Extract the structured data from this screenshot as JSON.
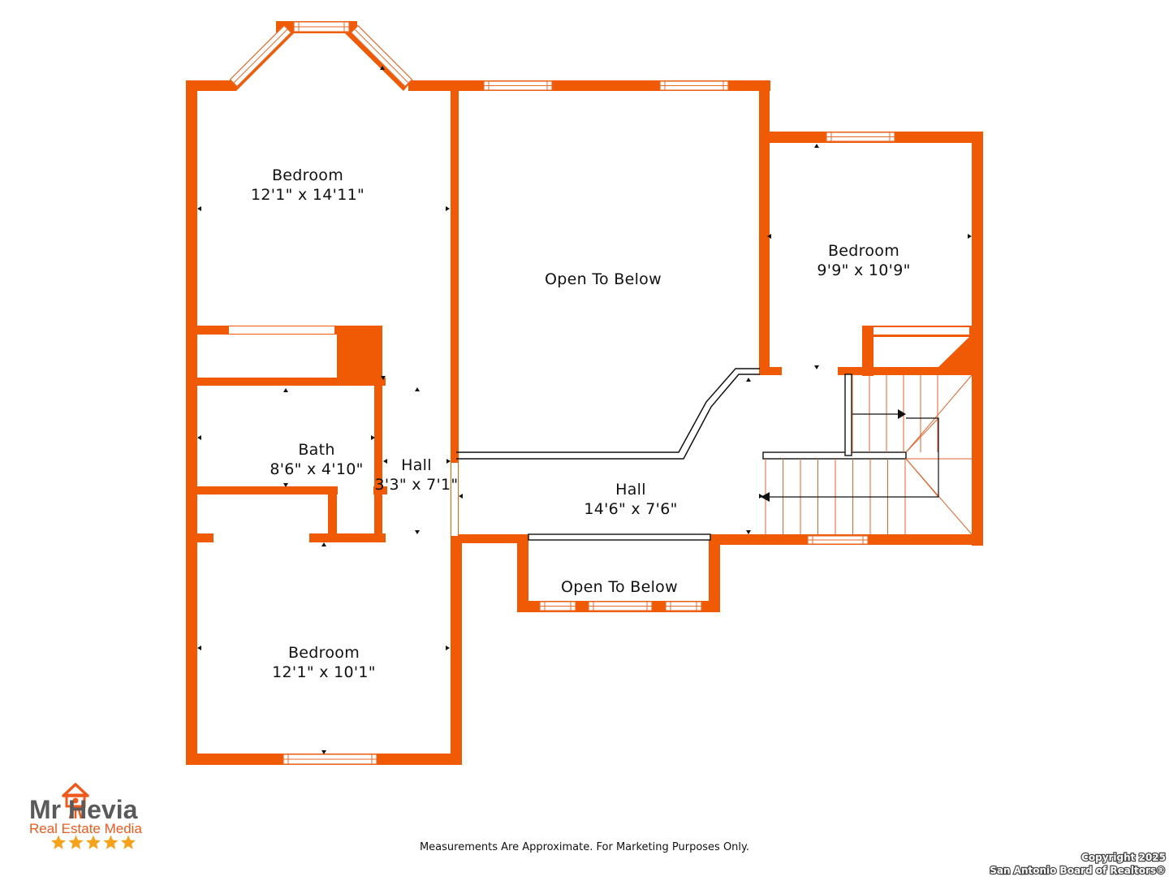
{
  "colors": {
    "wall": "#f05a05",
    "stair_line": "#e6622a",
    "logo_gray": "#5a5a5a",
    "logo_orange": "#ee5a1c",
    "star": "#f5a31a"
  },
  "rooms": [
    {
      "id": "bedroom-1",
      "name": "Bedroom",
      "size": "12'1\" x 14'11\""
    },
    {
      "id": "open-to-below-main",
      "name": "Open To Below",
      "size": ""
    },
    {
      "id": "bedroom-2",
      "name": "Bedroom",
      "size": "9'9\" x 10'9\""
    },
    {
      "id": "bath",
      "name": "Bath",
      "size": "8'6\" x 4'10\""
    },
    {
      "id": "hall-small",
      "name": "Hall",
      "size": "3'3\" x 7'1\""
    },
    {
      "id": "hall-large",
      "name": "Hall",
      "size": "14'6\" x 7'6\""
    },
    {
      "id": "open-to-below-small",
      "name": "Open To Below",
      "size": ""
    },
    {
      "id": "bedroom-3",
      "name": "Bedroom",
      "size": "12'1\" x 10'1\""
    }
  ],
  "footer": {
    "disclaimer": "Measurements Are Approximate. For Marketing Purposes Only."
  },
  "copyright": {
    "line1": "Copyright 2025",
    "line2": "San Antonio Board of Realtors®"
  },
  "logo": {
    "brand": "Mr Hevia",
    "tagline": "Real Estate Media",
    "rating_stars": 5,
    "icon": "house-camera-icon"
  }
}
